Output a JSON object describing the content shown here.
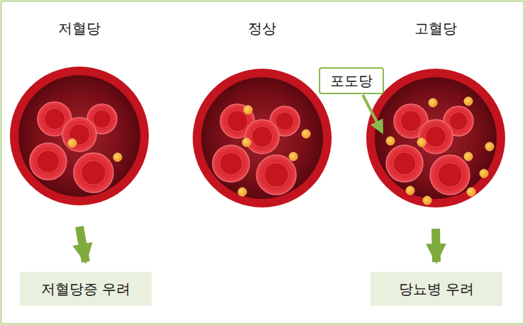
{
  "diagram": {
    "nodes": [
      {
        "text": [
          "저혈당"
        ]
      },
      {
        "text": [
          "정상"
        ]
      },
      {
        "text": [
          "고혈당"
        ]
      },
      {
        "text": [
          "포도당"
        ]
      },
      {
        "text": [
          "저혈당증 우려"
        ]
      },
      {
        "text": [
          "당뇨병 우려"
        ]
      }
    ],
    "edges": [
      {
        "from": 0,
        "to": 4,
        "arrow": "to"
      },
      {
        "from": 2,
        "to": 5,
        "arrow": "to"
      }
    ]
  }
}
